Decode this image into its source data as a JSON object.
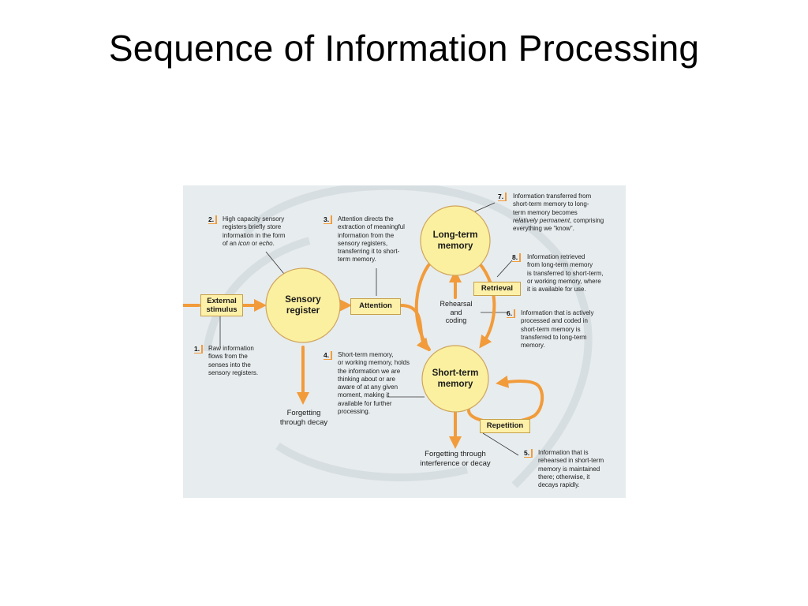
{
  "slide": {
    "title": "Sequence of Information Processing"
  },
  "colors": {
    "arrow": "#f29b3a",
    "circle_fill": "#fbf09f",
    "box_fill": "#fdf0a9",
    "background": "#e7ecee"
  },
  "nodes": {
    "sensory_register": "Sensory\nregister",
    "long_term_memory": "Long-term\nmemory",
    "short_term_memory": "Short-term\nmemory",
    "external_stimulus": "External\nstimulus",
    "attention": "Attention",
    "retrieval": "Retrieval",
    "repetition": "Repetition",
    "rehearsal_coding": "Rehearsal\nand\ncoding",
    "forgetting_decay": "Forgetting\nthrough decay",
    "forgetting_interference": "Forgetting through\ninterference or decay"
  },
  "notes": [
    {
      "num": "1.",
      "text": "Raw information\nflows from the\nsenses into the\nsensory registers."
    },
    {
      "num": "2.",
      "text": "High capacity sensory\nregisters briefly store\ninformation in the form\nof an ",
      "icon": "icon",
      "mid": " or ",
      "echo": "echo",
      "end": "."
    },
    {
      "num": "3.",
      "text": "Attention directs the\nextraction of meaningful\ninformation from the\nsensory registers,\ntransferring it to short-\nterm memory."
    },
    {
      "num": "4.",
      "text": "Short-term memory,\nor working memory, holds\nthe information we are\nthinking about or are\naware of at any given\nmoment, making it\navailable for further\nprocessing."
    },
    {
      "num": "5.",
      "text": "Information that is\nrehearsed in short-term\nmemory is maintained\nthere; otherwise, it\ndecays rapidly."
    },
    {
      "num": "6.",
      "text": "Information that is actively\nprocessed and coded in\nshort-term memory is\ntransferred to long-term\nmemory."
    },
    {
      "num": "7.",
      "text": "Information transferred from\nshort-term memory to long-\nterm memory becomes\n",
      "em": "relatively permanent",
      "end": ", comprising\neverything we “know”."
    },
    {
      "num": "8.",
      "text": "Information retrieved\nfrom long-term memory\nis transferred to short-term,\nor working memory, where\nit is available for use."
    }
  ]
}
